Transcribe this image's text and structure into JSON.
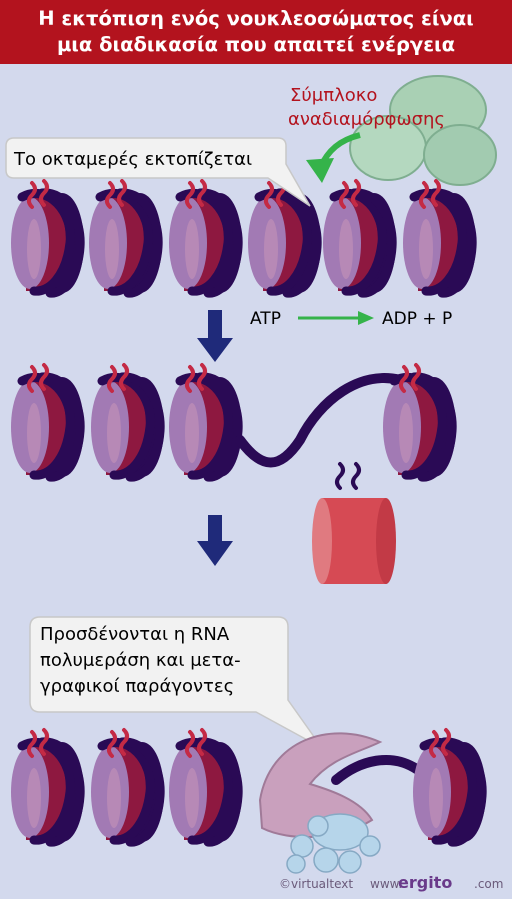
{
  "title": {
    "line1": "Η εκτόπιση ενός νουκλεοσώματος είναι",
    "line2": "μια διαδικασία που απαιτεί ενέργεια"
  },
  "labels": {
    "complex_line1": "Σύμπλοκο",
    "complex_line2": "αναδιαμόρφωσης",
    "octamer": "Το οκταμερές εκτοπίζεται",
    "atp": "ATP",
    "adp": "ADP + P",
    "rna_line1": "Προσδένονται η RNA",
    "rna_line2": "πολυμεράση και μετα-",
    "rna_line3": "γραφικοί παράγοντες"
  },
  "footer": {
    "copyright": "©virtualtext",
    "www": "www.",
    "brand": "ergito",
    "tld": ".com"
  },
  "colors": {
    "background": "#d3d9ed",
    "title_bar": "#b3131e",
    "dna": "#2a0a55",
    "histone_face": "#a27ab4",
    "histone_red": "#8e1840",
    "tail": "#c42a45",
    "complex": "#a9d0b4",
    "atp_arrow": "#35b34a",
    "step_arrow": "#1f2a7a",
    "polymerase": "#c9a0bd"
  }
}
